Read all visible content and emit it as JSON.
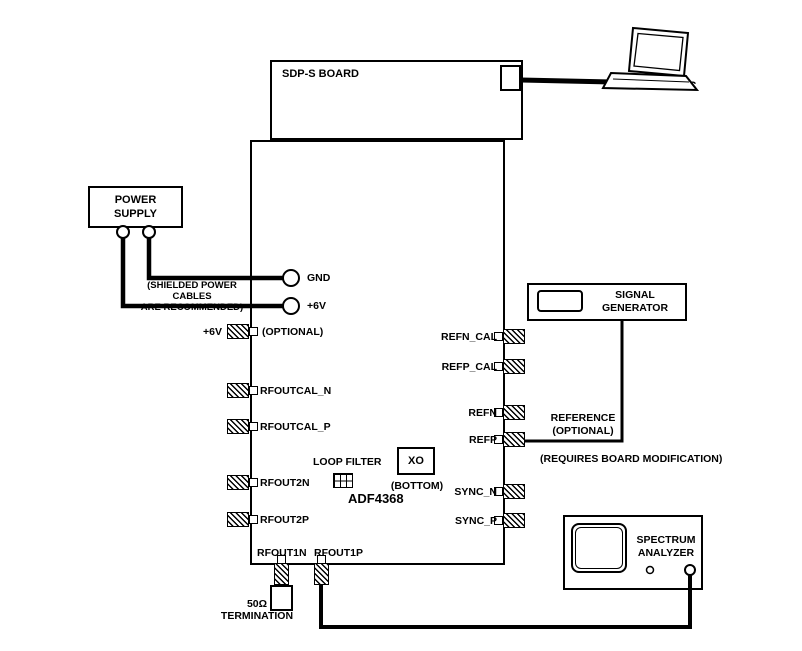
{
  "pc": {
    "label": "PC"
  },
  "sdp_board": {
    "label": "SDP-S BOARD"
  },
  "power_supply": {
    "label": "POWER\nSUPPLY",
    "cable_note": "(SHIELDED POWER CABLES\nARE RECOMMENDED)"
  },
  "board": {
    "gnd_terminal": "GND",
    "v6_terminal": "+6V",
    "chip": "ADF4368",
    "loop_filter": "LOOP FILTER",
    "xo": "XO",
    "xo_note": "(BOTTOM)"
  },
  "left_ports": [
    {
      "label": "+6V",
      "note": "(OPTIONAL)"
    },
    {
      "label": "RFOUTCAL_N"
    },
    {
      "label": "RFOUTCAL_P"
    },
    {
      "label": "RFOUT2N"
    },
    {
      "label": "RFOUT2P"
    }
  ],
  "right_ports": [
    {
      "label": "REFN_CAL"
    },
    {
      "label": "REFP_CAL"
    },
    {
      "label": "REFN"
    },
    {
      "label": "REFP"
    },
    {
      "label": "SYNC_N"
    },
    {
      "label": "SYNC_P"
    }
  ],
  "bottom_ports": [
    {
      "label": "RFOUT1N"
    },
    {
      "label": "RFOUT1P"
    }
  ],
  "reference_note": "REFERENCE\n(OPTIONAL)",
  "modification_note": "(REQUIRES BOARD MODIFICATION)",
  "signal_generator": {
    "label": "SIGNAL\nGENERATOR"
  },
  "spectrum_analyzer": {
    "label": "SPECTRUM\nANALYZER"
  },
  "termination": {
    "label": "50Ω\nTERMINATION"
  },
  "colors": {
    "line": "#000000",
    "background": "#ffffff"
  }
}
